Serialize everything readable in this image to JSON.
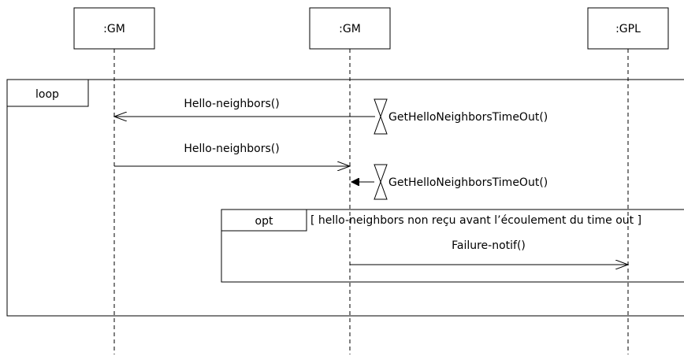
{
  "participants": [
    {
      "name": ":GM"
    },
    {
      "name": ":GM"
    },
    {
      "name": ":GPL"
    }
  ],
  "fragments": {
    "loop": {
      "label": "loop"
    },
    "opt": {
      "label": "opt",
      "guard": "[ hello-neighbors non reçu avant l’écoulement du time out ]"
    }
  },
  "messages": [
    {
      "label": "Hello-neighbors()",
      "from": ":GM (2)",
      "to": ":GM (1)"
    },
    {
      "label": "Hello-neighbors()",
      "from": ":GM (1)",
      "to": ":GM (2)"
    },
    {
      "label": "Failure-notif()",
      "from": ":GM (2)",
      "to": ":GPL"
    }
  ],
  "timers": [
    {
      "label": "GetHelloNeighborsTimeOut()"
    },
    {
      "label": "GetHelloNeighborsTimeOut()"
    }
  ]
}
